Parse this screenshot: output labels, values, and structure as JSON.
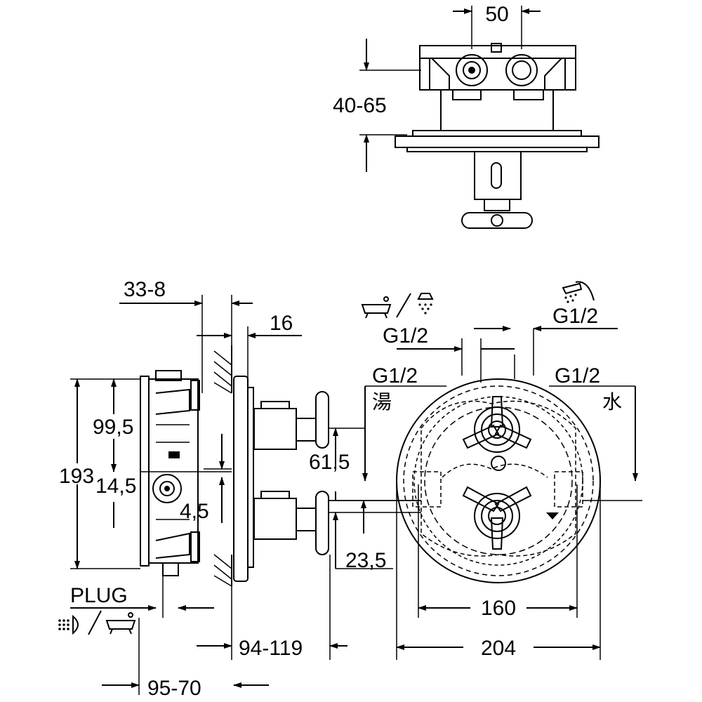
{
  "dimensions": {
    "top_width": "50",
    "top_depth": "40-65",
    "side_top": "33-8",
    "side_plate": "16",
    "height_total": "193",
    "height_upper": "99,5",
    "offset_mid": "14,5",
    "offset_small": "4,5",
    "spindle_upper": "61,5",
    "spindle_lower": "23,5",
    "depth_range": "94-119",
    "rear_depth": "95-70",
    "inner_diameter": "160",
    "outer_diameter": "204"
  },
  "connections": {
    "g_top_right": "G1/2",
    "g_top_left": "G1/2",
    "g_left": "G1/2",
    "g_right": "G1/2",
    "hot_label": "湯",
    "cold_label": "水",
    "plug_label": "PLUG"
  }
}
